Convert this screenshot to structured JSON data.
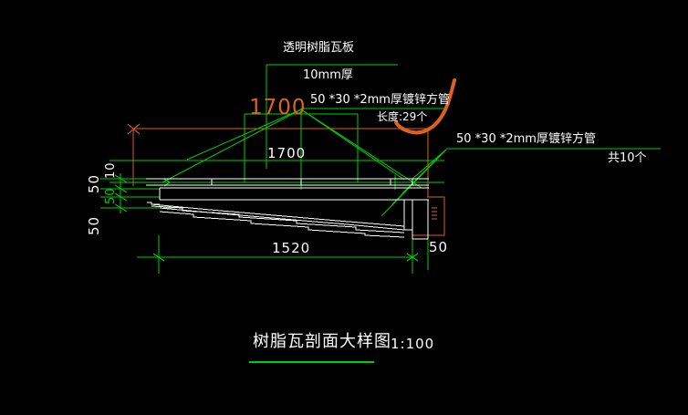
{
  "drawing": {
    "title": "树脂瓦剖面大样图",
    "scale": "1:100",
    "background_color": "#000000",
    "colors": {
      "white": "#ffffff",
      "green": "#00d000",
      "orange": "#e06020"
    }
  },
  "annotations": {
    "panel_material": "透明树脂瓦板",
    "panel_thickness": "10mm厚",
    "tube_spec_top": "50 *30 *2mm厚镀锌方管",
    "tube_length_top": "长度:29个",
    "tube_spec_right": "50 *30 *2mm厚镀锌方管",
    "tube_count_right": "共10个"
  },
  "dimensions": {
    "span_upper": "1700",
    "span_lower": "1700",
    "base_length": "1520",
    "right_offset": "50",
    "left_stack": [
      {
        "value": "50",
        "color": "#ffffff"
      },
      {
        "value": "10",
        "color": "#ffffff"
      },
      {
        "value": "50",
        "color": "#00d000"
      },
      {
        "value": "50",
        "color": "#ffffff"
      }
    ]
  }
}
